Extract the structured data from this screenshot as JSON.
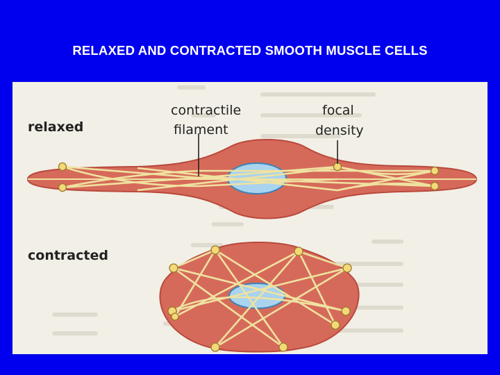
{
  "slide": {
    "title": "RELAXED AND CONTRACTED SMOOTH MUSCLE CELLS"
  },
  "diagram": {
    "label_relaxed": "relaxed",
    "label_contracted": "contracted",
    "label_contractile_line1": "contractile",
    "label_contractile_line2": "filament",
    "label_focal_line1": "focal",
    "label_focal_line2": "density"
  },
  "colors": {
    "background": "#0000ee",
    "cell_fill": "#d66a5a",
    "cell_stroke": "#b8493c",
    "nucleus_fill": "#a9d3ee",
    "nucleus_stroke": "#3b83b6",
    "filament": "#efe2a0",
    "density": "#f3d977"
  }
}
